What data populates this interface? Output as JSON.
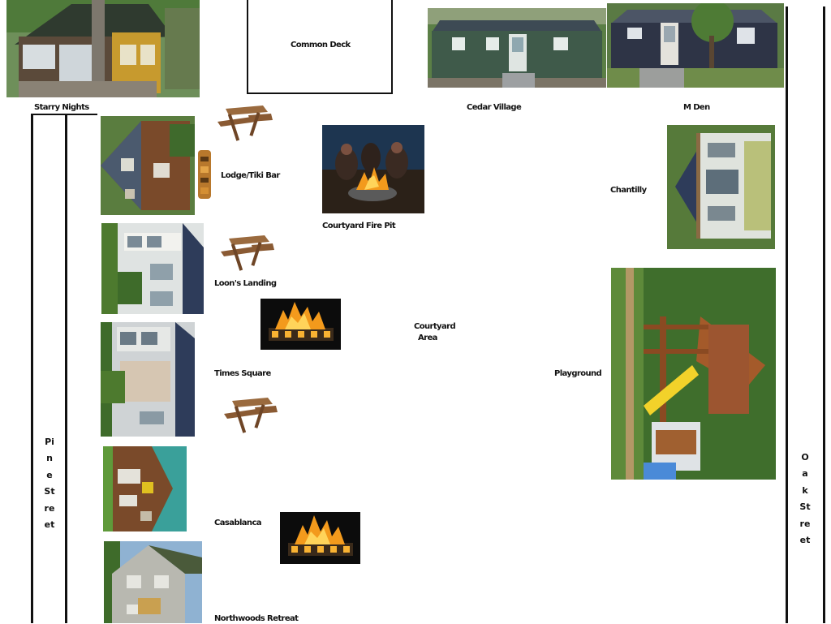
{
  "labels": {
    "starry_nights": "Starry Nights",
    "common_deck": "Common Deck",
    "cedar_village": "Cedar Village",
    "m_den": "M Den",
    "lodge": "Lodge/Tiki Bar",
    "courtyard_fire_pit": "Courtyard Fire Pit",
    "chantilly": "Chantilly",
    "loons_landing": "Loon's Landing",
    "courtyard_area_line1": "Courtyard",
    "courtyard_area_line2": "Area",
    "times_square": "Times Square",
    "playground": "Playground",
    "casablanca": "Casablanca",
    "northwoods": "Northwoods Retreat"
  },
  "streets": {
    "pine": "Pine Street",
    "oak": "Oak Street"
  },
  "colors": {
    "road": "#111111",
    "grass": "#4d7a2e",
    "cabin_green": "#3f5a4a",
    "cabin_navy": "#2e3446",
    "wood": "#8a5a33",
    "siding_white": "#dfe3e2",
    "fire": "#f39a1c"
  },
  "icons": [
    "picnic-table-icon",
    "tiki-torch-icon",
    "fire-pit-icon"
  ]
}
